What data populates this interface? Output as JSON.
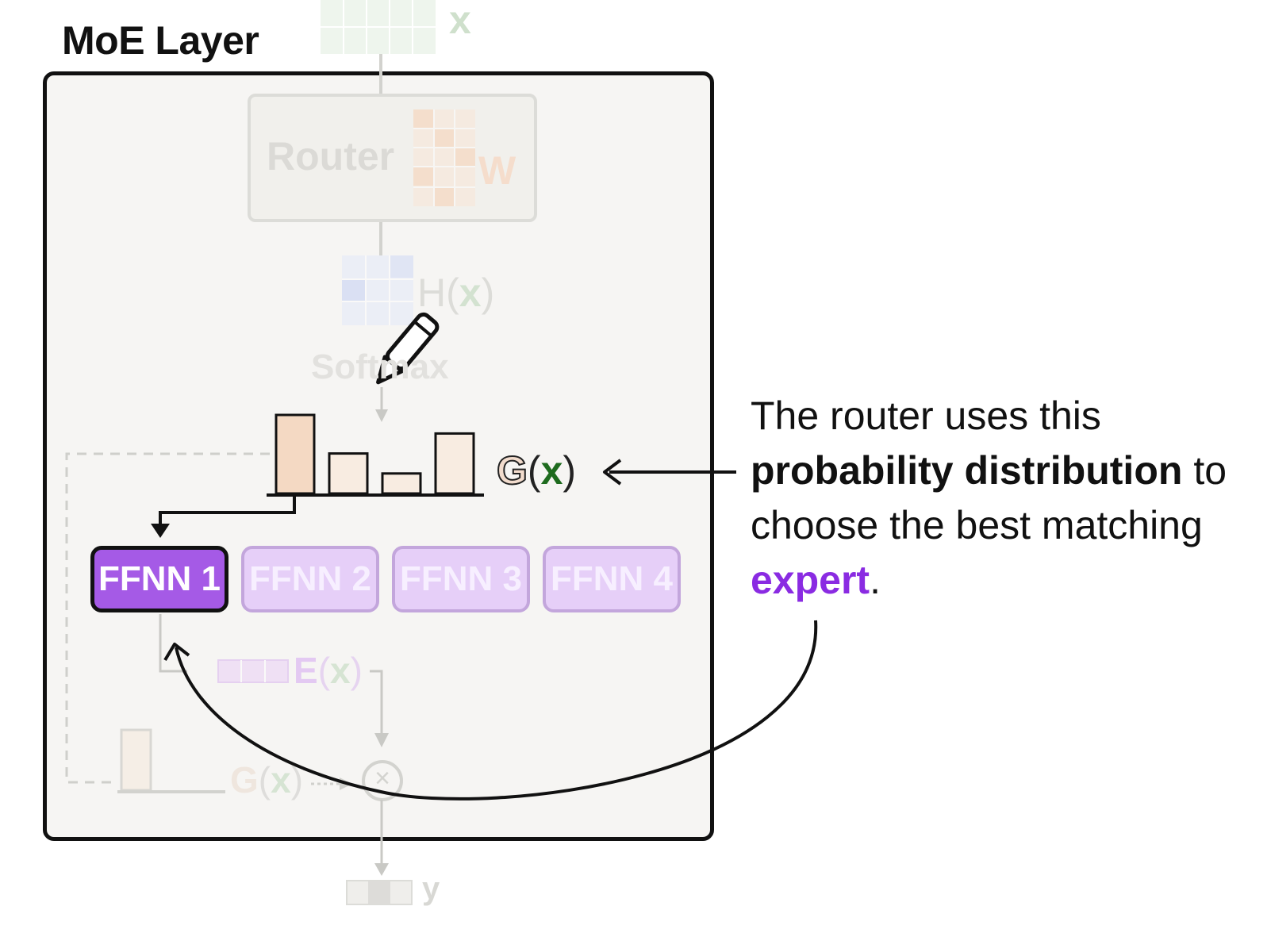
{
  "diagram": {
    "title": "MoE Layer",
    "input_label": "x",
    "router_label": "Router",
    "router_weight_label": "W",
    "logits_label_letter": "H",
    "softmax_label": "Softmax",
    "gate_label_letter": "G",
    "var_x": "x",
    "open_paren": "(",
    "close_paren": ")",
    "experts": [
      {
        "label": "FFNN 1",
        "selected": true
      },
      {
        "label": "FFNN 2",
        "selected": false
      },
      {
        "label": "FFNN 3",
        "selected": false
      },
      {
        "label": "FFNN 4",
        "selected": false
      }
    ],
    "expert_output_letter": "E",
    "multiply_symbol": "×",
    "output_label": "y",
    "gate_probabilities": [
      0.55,
      0.28,
      0.14,
      0.42
    ],
    "colors": {
      "expert_selected": "#a55ae6",
      "expert_unselected": "#e6cff8",
      "accent_text": "#8a2be2",
      "gate_x": "#1e6b1e",
      "bar_fill": "#f4d9c3"
    }
  },
  "description": {
    "part1": "The router uses this ",
    "part2_bold": "probability distribution",
    "part3": " to choose the best matching ",
    "part4_accent": "expert",
    "part5": "."
  }
}
